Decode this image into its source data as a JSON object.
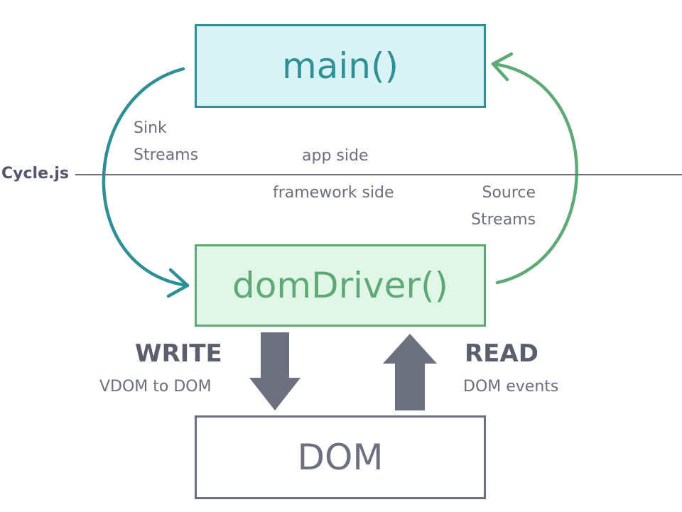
{
  "nodes": {
    "main": "main()",
    "driver": "domDriver()",
    "dom": "DOM"
  },
  "labels": {
    "sink": [
      "Sink",
      "Streams"
    ],
    "source": [
      "Source",
      "Streams"
    ],
    "app_side": "app side",
    "framework_side": "framework side",
    "cyclejs": "Cycle.js"
  },
  "write": {
    "title": "WRITE",
    "subtitle": "VDOM to DOM"
  },
  "read": {
    "title": "READ",
    "subtitle": "DOM events"
  },
  "colors": {
    "main": "#2e8f95",
    "driver": "#5eaa77",
    "dom": "#6d707e"
  },
  "icons": {
    "write_arrow": "arrow-down",
    "read_arrow": "arrow-up"
  }
}
